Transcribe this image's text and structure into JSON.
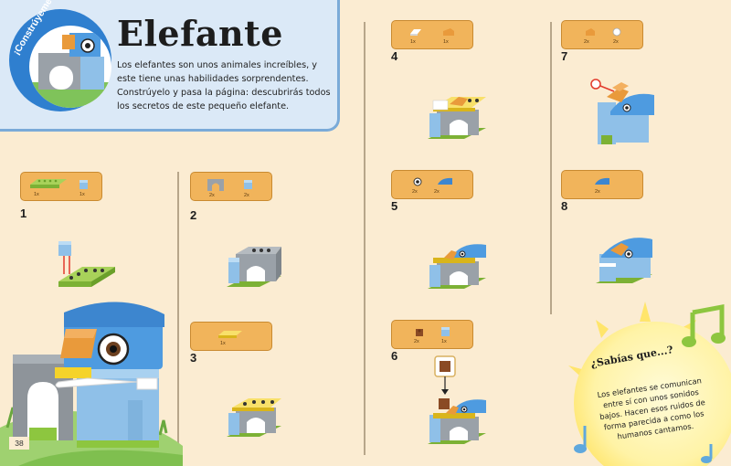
{
  "intro": {
    "badge": "¡Constrúyeme!",
    "title": "Elefante",
    "text": "Los elefantes son unos animales increíbles, y este tiene unas habilidades sorprendentes. Constrúyelo y pasa la página: descubrirás todos los secretos de este pequeño elefante."
  },
  "steps": [
    {
      "number": "1",
      "parts": [
        {
          "qty": "1x",
          "piece": "green-plate-2x6"
        },
        {
          "qty": "1x",
          "piece": "light-blue-brick-1x1"
        }
      ]
    },
    {
      "number": "2",
      "parts": [
        {
          "qty": "2x",
          "piece": "grey-arch"
        },
        {
          "qty": "2x",
          "piece": "light-blue-brick-1x1"
        }
      ]
    },
    {
      "number": "3",
      "parts": [
        {
          "qty": "1x",
          "piece": "yellow-plate-2x4"
        }
      ]
    },
    {
      "number": "4",
      "parts": [
        {
          "qty": "1x",
          "piece": "white-plate"
        },
        {
          "qty": "1x",
          "piece": "orange-slope"
        }
      ]
    },
    {
      "number": "5",
      "parts": [
        {
          "qty": "2x",
          "piece": "eye-tile"
        },
        {
          "qty": "2x",
          "piece": "blue-curved-slope"
        }
      ]
    },
    {
      "number": "6",
      "parts": [
        {
          "qty": "2x",
          "piece": "brown-brick"
        },
        {
          "qty": "1x",
          "piece": "light-blue-brick-1x1"
        }
      ]
    },
    {
      "number": "7",
      "parts": [
        {
          "qty": "2x",
          "piece": "orange-slope"
        },
        {
          "qty": "2x",
          "piece": "white-clip"
        }
      ]
    },
    {
      "number": "8",
      "parts": [
        {
          "qty": "2x",
          "piece": "blue-curved-slope"
        }
      ]
    }
  ],
  "fact": {
    "title": "¿Sabías que...?",
    "text": "Los elefantes se comunican entre sí con unos sonidos bajos. Hacen esos ruidos de forma parecida a como los humanos cantamos."
  },
  "page_number": "38",
  "colors": {
    "page_bg": "#fbecd2",
    "intro_bg": "#dbe9f7",
    "parts_box": "#f1b45b",
    "brick_blue": "#8fc0e8",
    "brick_grey": "#9aa1a8",
    "brick_green": "#8dc63f",
    "brick_yellow": "#f5d32a",
    "brick_orange": "#e99a3b",
    "sun": "#ffe56b"
  }
}
